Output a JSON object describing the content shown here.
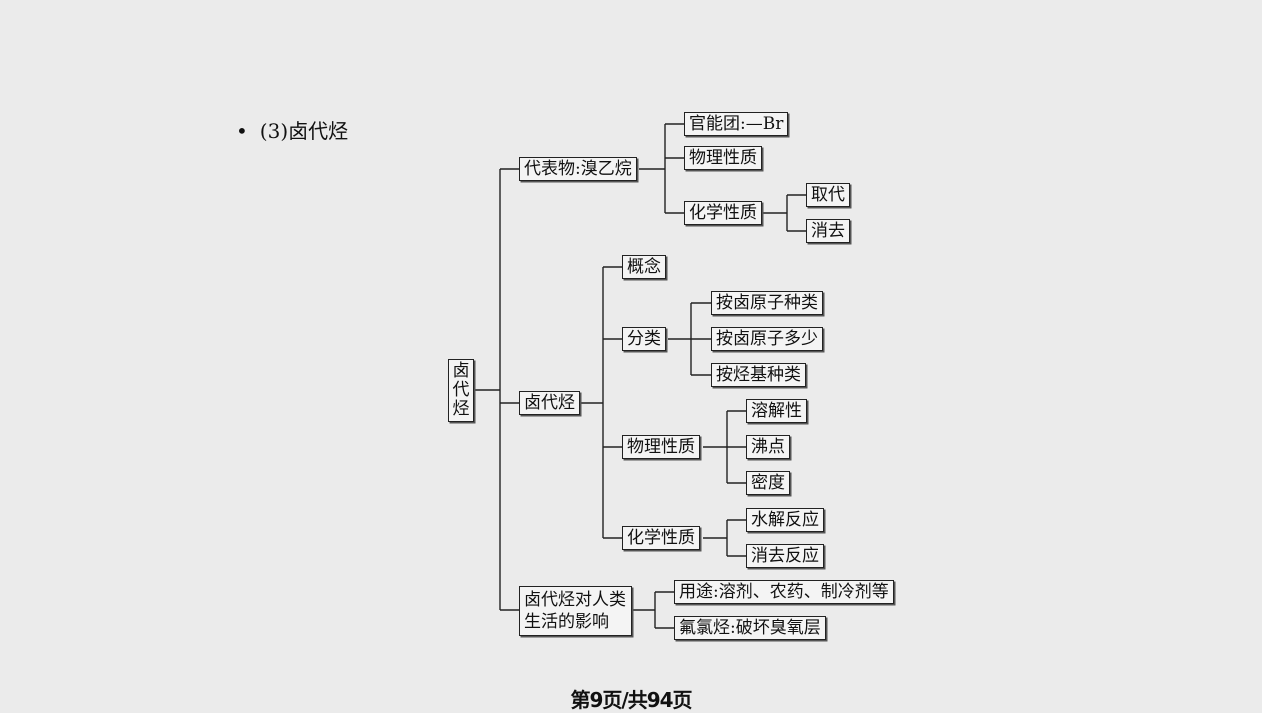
{
  "heading": {
    "bullet": "•",
    "text": "(3)卤代烃"
  },
  "diagram": {
    "root": "卤\n代\n烃",
    "nodes": {
      "representative": "代表物:溴乙烷",
      "functional_group": "官能团:—Br",
      "physical_props_1": "物理性质",
      "chemical_props_1": "化学性质",
      "substitution": "取代",
      "elimination": "消去",
      "haloalkane": "卤代烃",
      "concept": "概念",
      "classification": "分类",
      "by_halogen_type": "按卤原子种类",
      "by_halogen_count": "按卤原子多少",
      "by_hydrocarbyl_type": "按烃基种类",
      "physical_props_2": "物理性质",
      "solubility": "溶解性",
      "boiling_point": "沸点",
      "density": "密度",
      "chemical_props_2": "化学性质",
      "hydrolysis": "水解反应",
      "elimination_reaction": "消去反应",
      "impact": "卤代烃对人类\n生活的影响",
      "uses": "用途:溶剂、农药、制冷剂等",
      "freon": "氟氯烃:破坏臭氧层"
    }
  },
  "footer": {
    "text": "第9页/共94页"
  }
}
